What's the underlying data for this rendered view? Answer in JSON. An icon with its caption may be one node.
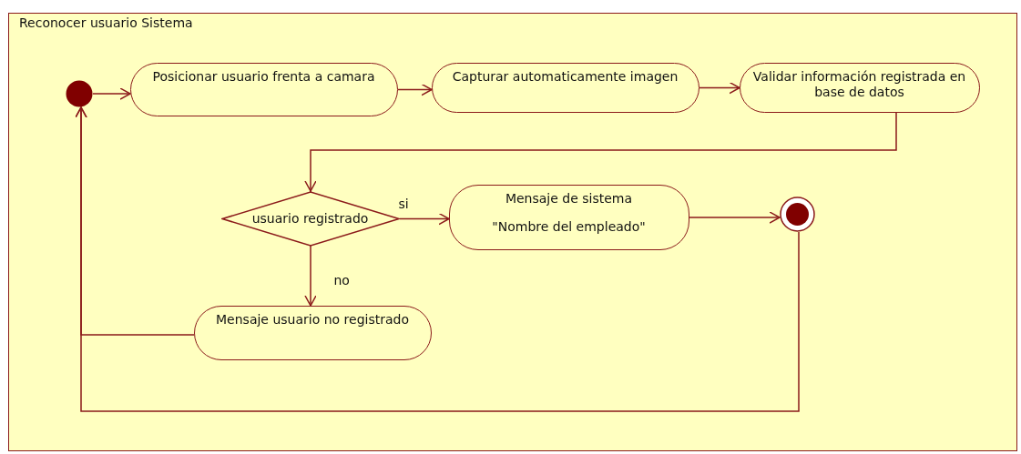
{
  "diagram": {
    "nodes": [
      {
        "text": [
          "Reconocer usuario Sistema"
        ]
      },
      {
        "text": [],
        "shape": "circle",
        "in": 0
      },
      {
        "text": [
          "Posicionar usuario frenta a camara"
        ],
        "in": 0
      },
      {
        "text": [
          "Capturar automaticamente imagen"
        ],
        "in": 0
      },
      {
        "text": [
          "Validar información registrada en base de datos"
        ],
        "in": 0
      },
      {
        "text": [
          "usuario registrado"
        ],
        "in": 0
      },
      {
        "text": [
          "Mensaje de sistema",
          "\"Nombre del empleado\""
        ],
        "in": 0
      },
      {
        "text": [],
        "shape": "circle",
        "in": 0
      },
      {
        "text": [
          "Mensaje usuario no registrado"
        ],
        "in": 0
      }
    ],
    "edges": [
      {
        "from": 1,
        "to": 2,
        "arrow": "to"
      },
      {
        "from": 2,
        "to": 3,
        "arrow": "to"
      },
      {
        "from": 3,
        "to": 4,
        "arrow": "to"
      },
      {
        "from": 4,
        "to": 5,
        "arrow": "to"
      },
      {
        "from": 5,
        "to": 6,
        "arrow": "to",
        "label": "si"
      },
      {
        "from": 6,
        "to": 7,
        "arrow": "to"
      },
      {
        "from": 5,
        "to": 8,
        "arrow": "to",
        "label": "no"
      },
      {
        "from": 8,
        "to": 1,
        "arrow": "to"
      },
      {
        "from": 7,
        "to": 1,
        "arrow": "to"
      }
    ]
  }
}
